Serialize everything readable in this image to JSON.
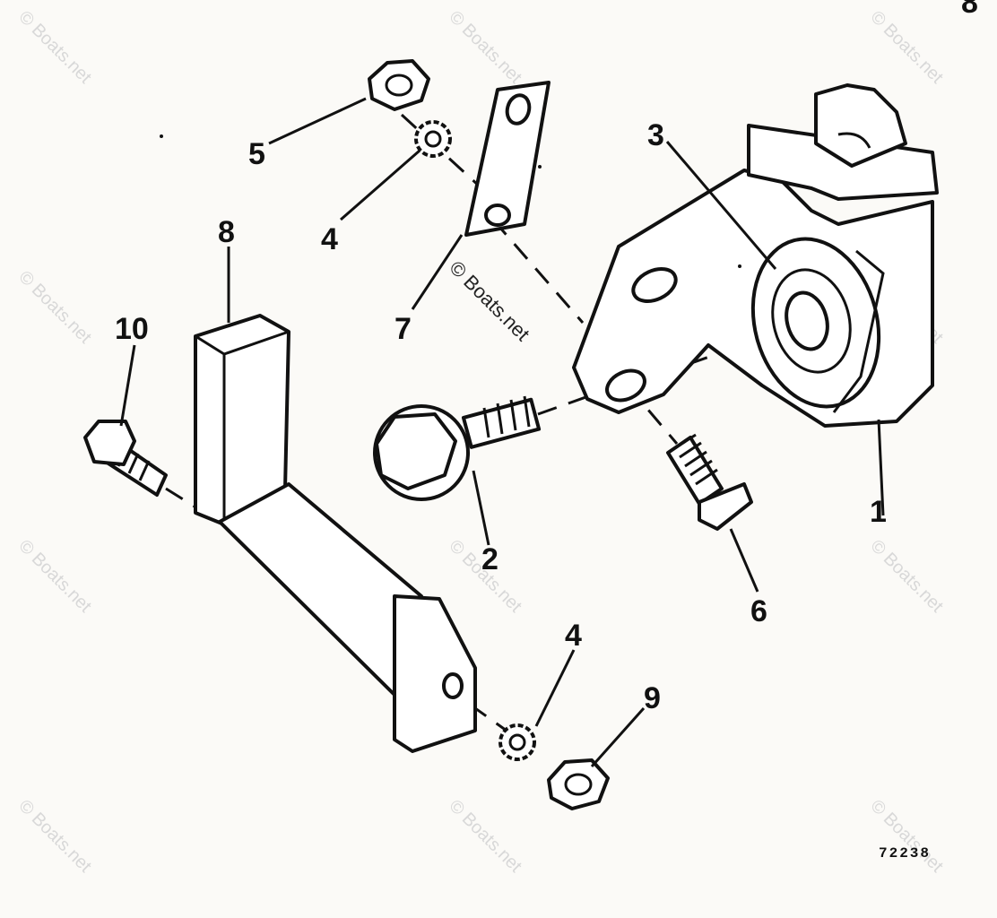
{
  "callouts": {
    "c1": "1",
    "c2": "2",
    "c3": "3",
    "c4a": "4",
    "c4b": "4",
    "c5": "5",
    "c6": "6",
    "c7": "7",
    "c8": "8",
    "c9": "9",
    "c10": "10"
  },
  "drawing_number": "72238",
  "watermark": "© Boats.net",
  "corner_fragment": "8"
}
